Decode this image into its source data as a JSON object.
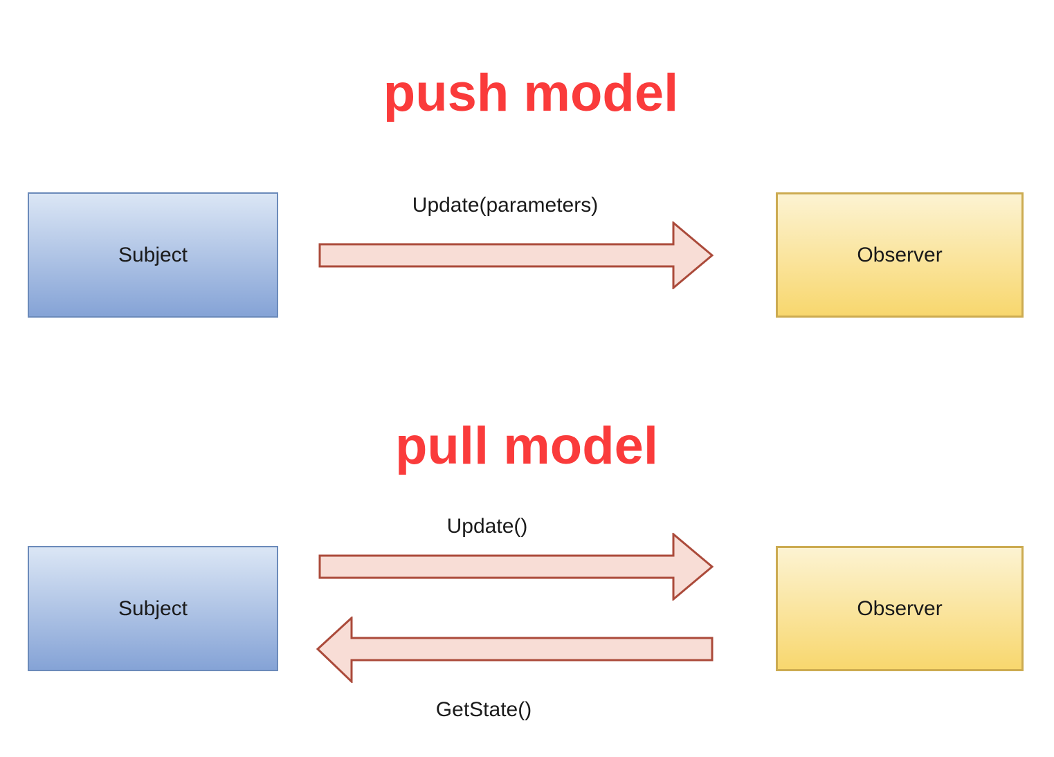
{
  "diagram": {
    "type": "observer-pattern-diagram",
    "colors": {
      "background": "#ffffff",
      "title": "#fa3b3b",
      "text": "#1a1a1a",
      "subject_gradient_top": "#dbe6f5",
      "subject_gradient_bottom": "#85a3d6",
      "subject_border": "#6b8aba",
      "observer_gradient_top": "#fcf3d2",
      "observer_gradient_bottom": "#f8d76e",
      "observer_border": "#ccab51",
      "arrow_fill": "#f8ddd6",
      "arrow_border": "#ab4a3a"
    },
    "sections": [
      {
        "title": "push model",
        "nodes": [
          {
            "id": "subject",
            "label": "Subject",
            "shape": "rectangle",
            "theme": "blue"
          },
          {
            "id": "observer",
            "label": "Observer",
            "shape": "rectangle",
            "theme": "yellow"
          }
        ],
        "arrows": [
          {
            "icon": "arrow-right",
            "direction": "subject-to-observer",
            "label": "Update(parameters)",
            "label_position": "above"
          }
        ]
      },
      {
        "title": "pull model",
        "nodes": [
          {
            "id": "subject",
            "label": "Subject",
            "shape": "rectangle",
            "theme": "blue"
          },
          {
            "id": "observer",
            "label": "Observer",
            "shape": "rectangle",
            "theme": "yellow"
          }
        ],
        "arrows": [
          {
            "icon": "arrow-right",
            "direction": "subject-to-observer",
            "label": "Update()",
            "label_position": "above"
          },
          {
            "icon": "arrow-left",
            "direction": "observer-to-subject",
            "label": "GetState()",
            "label_position": "below"
          }
        ]
      }
    ]
  }
}
